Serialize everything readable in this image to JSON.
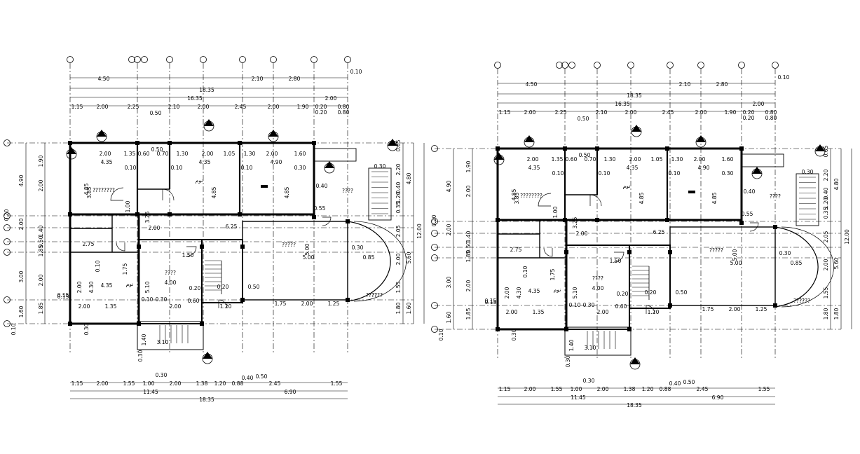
{
  "plans": [
    {
      "top_dims": {
        "row1": [
          "4.50",
          "2.10",
          "2.80",
          "0.10"
        ],
        "total": "18.35",
        "row2": [
          "16.35",
          "2.00"
        ],
        "row3": [
          "1.15",
          "2.00",
          "2.25",
          "2.10",
          "2.00",
          "2.45",
          "2.00",
          "1.90",
          "0.20",
          "0.80"
        ],
        "row4": [
          "0.50",
          "0.20",
          "0.80"
        ]
      },
      "bottom_dims": {
        "a": [
          "0.30",
          "0.40",
          "0.50"
        ],
        "row1": [
          "1.15",
          "2.00",
          "1.55",
          "1.00",
          "2.00",
          "1.38",
          "1.20",
          "0.88",
          "2.45",
          "1.55"
        ],
        "row2": [
          "11.45",
          "6.90"
        ],
        "total": "18.35"
      },
      "left_dims": {
        "outer": [
          "4.90",
          "2.00",
          "3.00",
          "1.60",
          "0.10"
        ],
        "inner": [
          "1.90",
          "2.00",
          "1.40",
          "0.50",
          "1.85",
          "2.00",
          "1.85"
        ],
        "misc": [
          "0.20",
          "0.15",
          "0.30"
        ]
      },
      "right_dims": {
        "outer": [
          "12.00"
        ],
        "mid": [
          "4.80",
          "5.60",
          "1.60"
        ],
        "inner": [
          "2.20",
          "0.40",
          "1.20",
          "2.05",
          "2.00",
          "1.55",
          "1.80",
          "0.65",
          "0.35"
        ]
      },
      "rooms": [
        {
          "labels": [
            "2.00",
            "1.35",
            "0.60",
            "4.35",
            "0.10",
            "3.85",
            "4.85",
            "????????"
          ]
        },
        {
          "labels": [
            "0.50",
            "0.70",
            "1.30",
            "2.00",
            "1.05",
            "4.35",
            "0.10",
            "4.85",
            "نوم"
          ]
        },
        {
          "labels": [
            "1.30",
            "2.00",
            "1.60",
            "4.90",
            "0.10",
            "0.30",
            "4.85",
            "????"
          ]
        },
        {
          "labels": [
            "2.00",
            "3.25",
            "6.25",
            "5.00",
            "5.00",
            "?????"
          ]
        },
        {
          "labels": [
            "4.35",
            "2.00",
            "0.10",
            "4.30",
            "1.75",
            "1.00",
            "نوم"
          ]
        },
        {
          "labels": [
            "4.00",
            "5.10",
            "????",
            "0.20",
            "0.60"
          ]
        },
        {
          "labels": [
            "1.75",
            "2.00",
            "1.25",
            "0.50",
            "????"
          ]
        },
        {
          "labels": [
            "0.15",
            "2.00",
            "1.35",
            "0.10",
            "0.30",
            "2.00"
          ]
        }
      ],
      "stair_labels": [
        "1.20",
        "0.20",
        "1.40",
        "3.10",
        "0.30"
      ],
      "misc_labels": [
        "0.30",
        "0.55",
        "0.40",
        "2.75",
        "1.50",
        "0.85",
        "0.30",
        "????"
      ],
      "grid_bubbles": 12
    },
    {
      "top_dims": {
        "row1": [
          "4.50",
          "2.10",
          "2.80",
          "0.10"
        ],
        "total": "18.35",
        "row2": [
          "16.35",
          "2.00"
        ],
        "row3": [
          "1.15",
          "2.00",
          "2.25",
          "2.10",
          "2.00",
          "2.45",
          "2.00",
          "1.90",
          "0.20",
          "0.80"
        ],
        "row4": [
          "0.50",
          "0.20",
          "0.80"
        ]
      },
      "bottom_dims": {
        "a": [
          "0.30",
          "0.40",
          "0.50"
        ],
        "row1": [
          "1.15",
          "2.00",
          "1.55",
          "1.00",
          "2.00",
          "1.38",
          "1.20",
          "0.88",
          "2.45",
          "1.55"
        ],
        "row2": [
          "11.45",
          "6.90"
        ],
        "total": "18.35"
      },
      "left_dims": {
        "outer": [
          "4.90",
          "2.00",
          "3.00",
          "1.60",
          "0.10"
        ],
        "inner": [
          "1.90",
          "2.00",
          "1.40",
          "0.50",
          "1.85",
          "2.00",
          "1.85"
        ],
        "misc": [
          "0.20",
          "0.15",
          "0.30"
        ]
      },
      "right_dims": {
        "outer": [
          "12.00"
        ],
        "mid": [
          "4.80",
          "5.60",
          "1.80"
        ],
        "inner": [
          "2.20",
          "0.40",
          "1.20",
          "2.05",
          "2.00",
          "1.55",
          "1.80",
          "0.65",
          "0.35"
        ]
      },
      "rooms": [
        {
          "labels": [
            "2.00",
            "1.35",
            "0.60",
            "4.35",
            "0.10",
            "3.85",
            "4.85",
            "????????"
          ]
        },
        {
          "labels": [
            "0.50",
            "0.70",
            "1.30",
            "2.00",
            "1.05",
            "4.35",
            "0.10",
            "4.85",
            "نوم"
          ]
        },
        {
          "labels": [
            "1.30",
            "2.00",
            "1.60",
            "4.90",
            "0.10",
            "0.30",
            "4.85",
            "????"
          ]
        },
        {
          "labels": [
            "2.00",
            "3.25",
            "6.25",
            "5.00",
            "5.00",
            "?????"
          ]
        },
        {
          "labels": [
            "4.35",
            "2.00",
            "0.10",
            "4.30",
            "1.75",
            "1.00",
            "نوم"
          ]
        },
        {
          "labels": [
            "4.00",
            "5.10",
            "????",
            "0.20",
            "0.60"
          ]
        },
        {
          "labels": [
            "1.75",
            "2.00",
            "1.25",
            "0.50",
            "????"
          ]
        },
        {
          "labels": [
            "0.15",
            "2.00",
            "1.35",
            "0.10",
            "0.30",
            "2.00"
          ]
        }
      ],
      "stair_labels": [
        "1.20",
        "0.20",
        "1.40",
        "3.10",
        "0.30"
      ],
      "misc_labels": [
        "0.30",
        "0.55",
        "0.40",
        "2.75",
        "1.50",
        "0.85",
        "0.30",
        "????"
      ],
      "grid_bubbles": 12
    }
  ]
}
